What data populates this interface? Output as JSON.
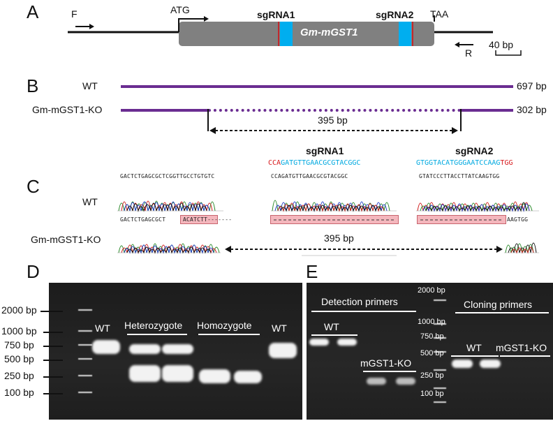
{
  "panels": {
    "A": {
      "label": "A",
      "F": "F",
      "R": "R",
      "ATG": "ATG",
      "TAA": "TAA",
      "sg1": "sgRNA1",
      "sg2": "sgRNA2",
      "gene": "Gm-mGST1",
      "scale": "40 bp",
      "colors": {
        "gene_box": "#808080",
        "sgRNA": "#00aeef",
        "pam": "#c0282d"
      }
    },
    "B": {
      "label": "B",
      "wt": "WT",
      "ko": "Gm-mGST1-KO",
      "wt_size": "697 bp",
      "ko_size": "302 bp",
      "deletion": "395 bp",
      "color": "#6a2c91"
    },
    "C": {
      "label": "C",
      "wt": "WT",
      "ko": "Gm-mGST1-KO",
      "sg1": "sgRNA1",
      "sg2": "sgRNA2",
      "sg1_pam": "CCA",
      "sg1_seq": "GATGTTGAACGCGTACGGC",
      "sg2_seq": "GTGGTACATGGGAATCCAAG",
      "sg2_pam": "TGG",
      "wt_seq1": "GACTCTGAGCGCTCGGTTGCCTGTGTC",
      "wt_seq2": "CCAGATGTTGAACGCGTACGGC",
      "wt_seq3": "GTATCCCTTACCTTATCAAGTGG",
      "ko_seq1": "GACTCTGAGCGCT",
      "ko_seq1b": "ACATCTT-------",
      "ko_seq3": "AAGTGG",
      "deletion": "395 bp"
    },
    "D": {
      "label": "D",
      "ladder": [
        "2000 bp",
        "1000 bp",
        "750 bp",
        "500 bp",
        "250 bp",
        "100 bp"
      ],
      "lanes": [
        "WT",
        "Heterozygote",
        "Homozygote",
        "WT"
      ]
    },
    "E": {
      "label": "E",
      "ladder": [
        "2000 bp",
        "1000 bp",
        "750 bp",
        "500 bp",
        "250 bp",
        "100 bp"
      ],
      "detection": "Detection primers",
      "cloning": "Cloning primers",
      "wt1": "WT",
      "ko1": "mGST1-KO",
      "wt2": "WT",
      "ko2": "mGST1-KO"
    }
  }
}
